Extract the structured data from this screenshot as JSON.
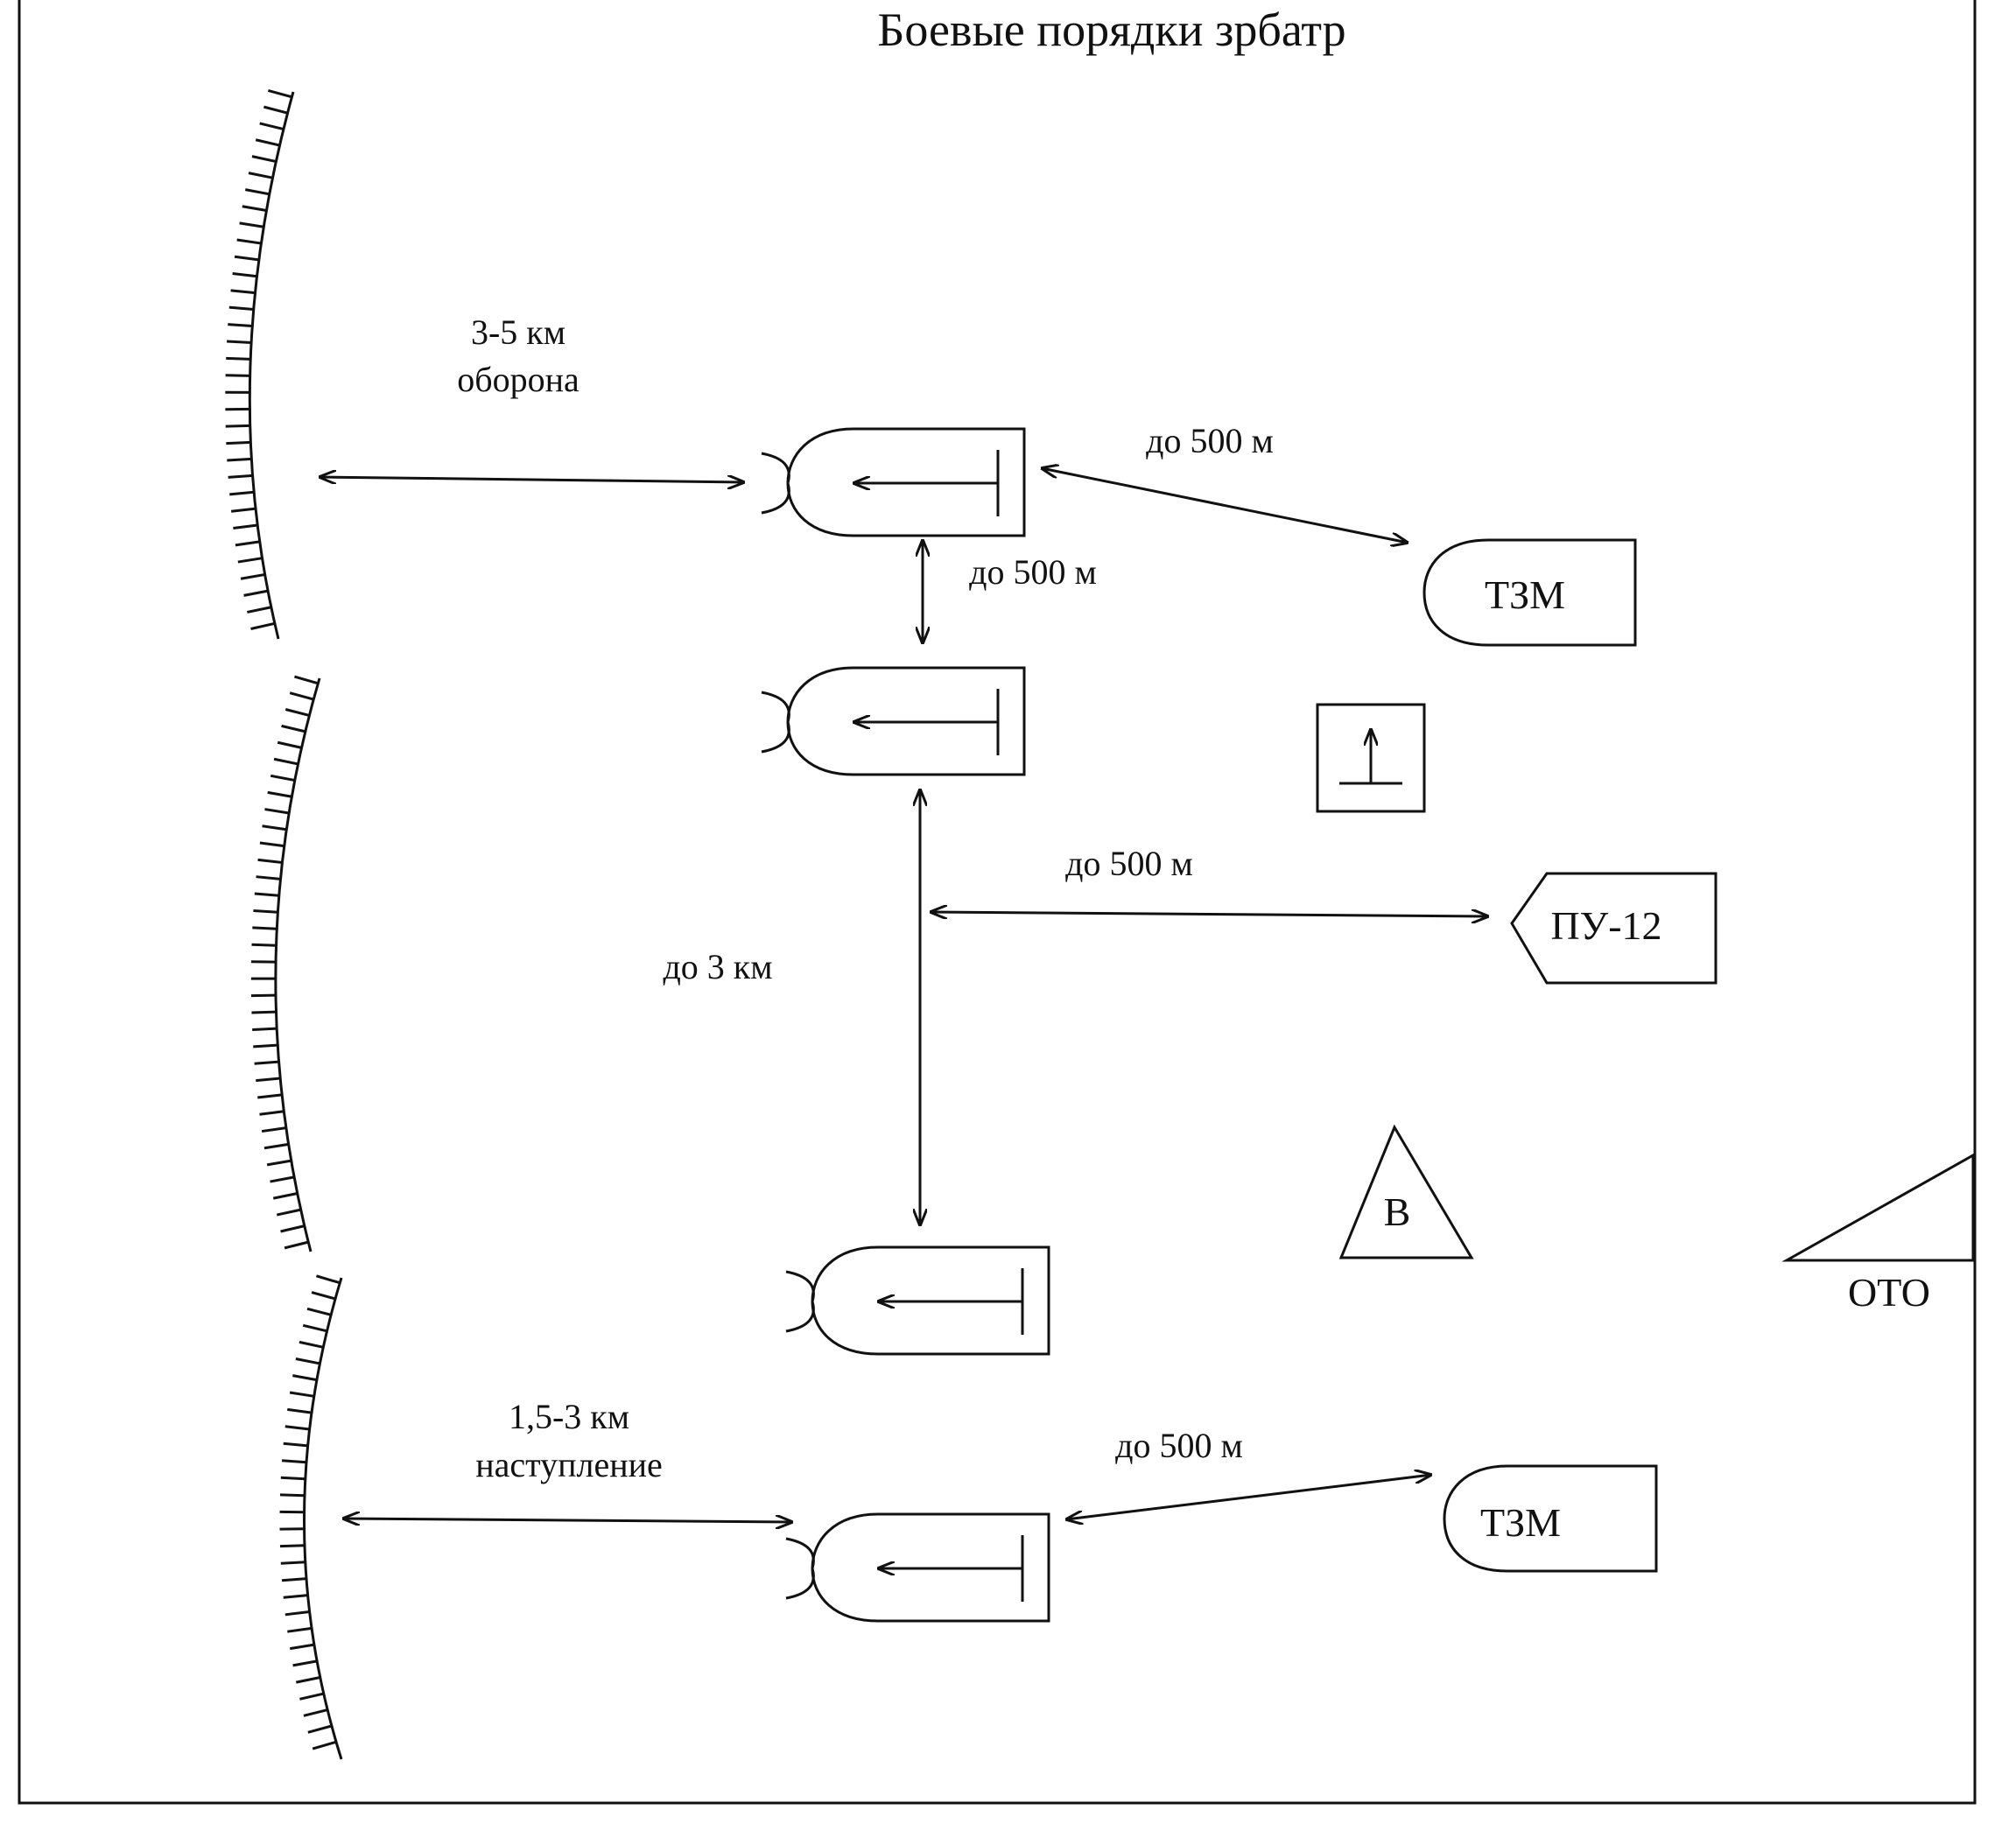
{
  "title": "Боевые порядки зрбатр",
  "labels": {
    "defense_distance": "3-5 км",
    "defense": "оборона",
    "offense_distance": "1,5-3 км",
    "offense": "наступление",
    "up_to_500_top": "до 500 м",
    "up_to_500_vertical": "до 500 м",
    "up_to_500_mid": "до 500 м",
    "up_to_500_bottom": "до 500 м",
    "up_to_3km": "до 3 км"
  },
  "symbols": {
    "tzm_top": "ТЗМ",
    "tzm_bottom": "ТЗМ",
    "pu12": "ПУ-12",
    "v": "В",
    "oto": "ОТО"
  }
}
